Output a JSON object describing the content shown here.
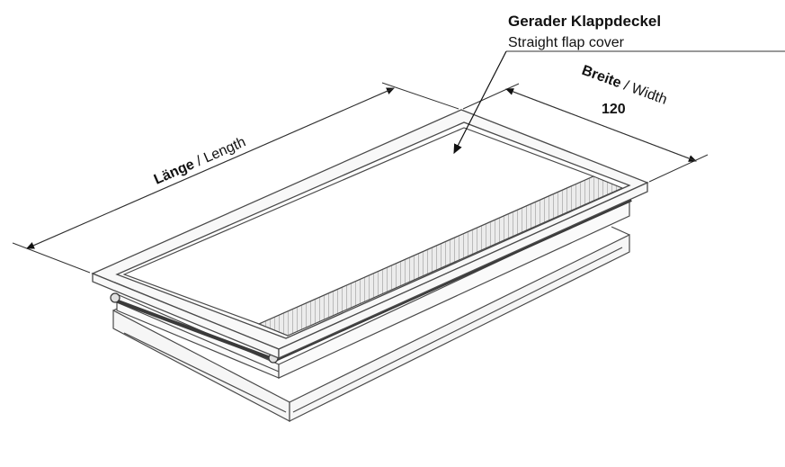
{
  "callout": {
    "title": "Gerader Klappdeckel",
    "subtitle": "Straight flap cover"
  },
  "dimensions": {
    "length_de": "Länge",
    "separator": " / ",
    "length_en": "Length",
    "width_de": "Breite",
    "width_en": "Width",
    "width_value": "120"
  },
  "colors": {
    "line": "#4a4a4a",
    "face": "#f7f7f7",
    "grille": "#cfcfcf",
    "seal": "#3a3a3a"
  }
}
